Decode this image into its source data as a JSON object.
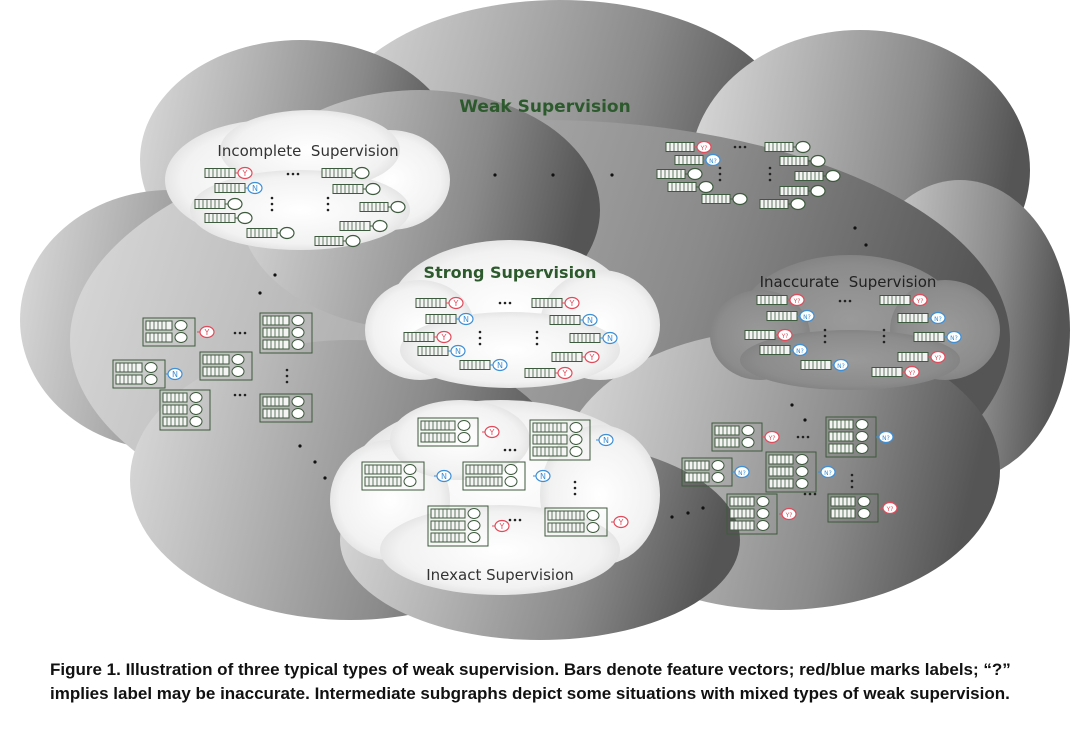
{
  "diagram": {
    "title": "Weak Supervision",
    "clouds": {
      "incomplete": "Incomplete  Supervision",
      "strong": "Strong Supervision",
      "inaccurate": "Inaccurate  Supervision",
      "inexact": "Inexact Supervision"
    },
    "labels": {
      "y": "Y",
      "n": "N",
      "y_uncertain": "Y?",
      "n_uncertain": "N?",
      "ellipsis": "···"
    },
    "colors": {
      "label_red": "#e24a5a",
      "label_blue": "#3d8fd6",
      "bar_green": "#3e5a3e",
      "big_cloud_light": "#d9d9d9",
      "big_cloud_dark": "#5a5a5a",
      "title_green": "#2d5a2d"
    }
  },
  "caption": "Figure 1. Illustration of three typical types of weak supervision. Bars denote feature vectors; red/blue marks labels; “?” implies label may be inaccurate. Intermediate subgraphs depict some situations with mixed types of weak supervision."
}
